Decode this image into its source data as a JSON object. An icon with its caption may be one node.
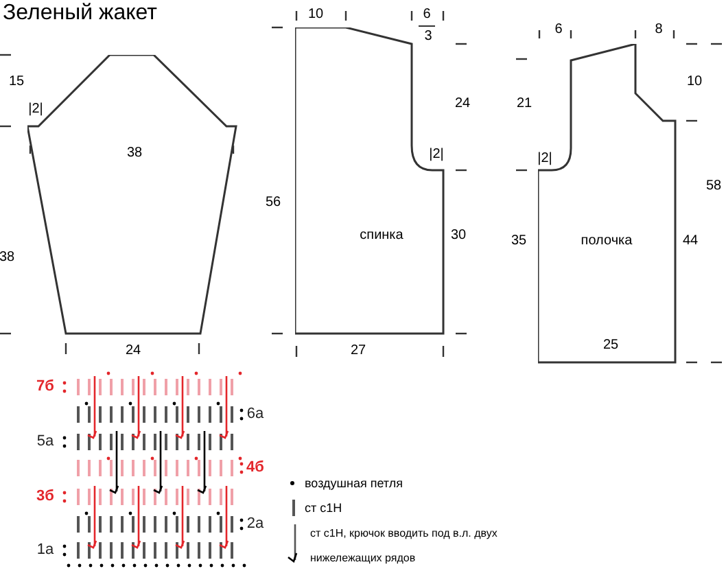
{
  "diagram": {
    "title": "Зеленый жакет",
    "nodes": [
      {
        "text": [
          "38"
        ]
      },
      {
        "text": [
          "спинка"
        ]
      },
      {
        "text": [
          "полочка"
        ]
      }
    ],
    "edges": [],
    "labels": [
      "15",
      "|2|",
      "38",
      "24",
      "10",
      "6",
      "3",
      "24",
      "|2|",
      "56",
      "30",
      "27",
      "6",
      "8",
      "21",
      "10",
      "|2|",
      "58",
      "35",
      "44",
      "25",
      "7б",
      "6а",
      "5а",
      "4б",
      "3б",
      "2а",
      "1а"
    ],
    "legend": [
      {
        "text": "воздушная петля"
      },
      {
        "text": "ст с1Н"
      },
      {
        "text": "ст с1Н, крючок вводить под в.л. двух нижележащих рядов"
      }
    ]
  }
}
